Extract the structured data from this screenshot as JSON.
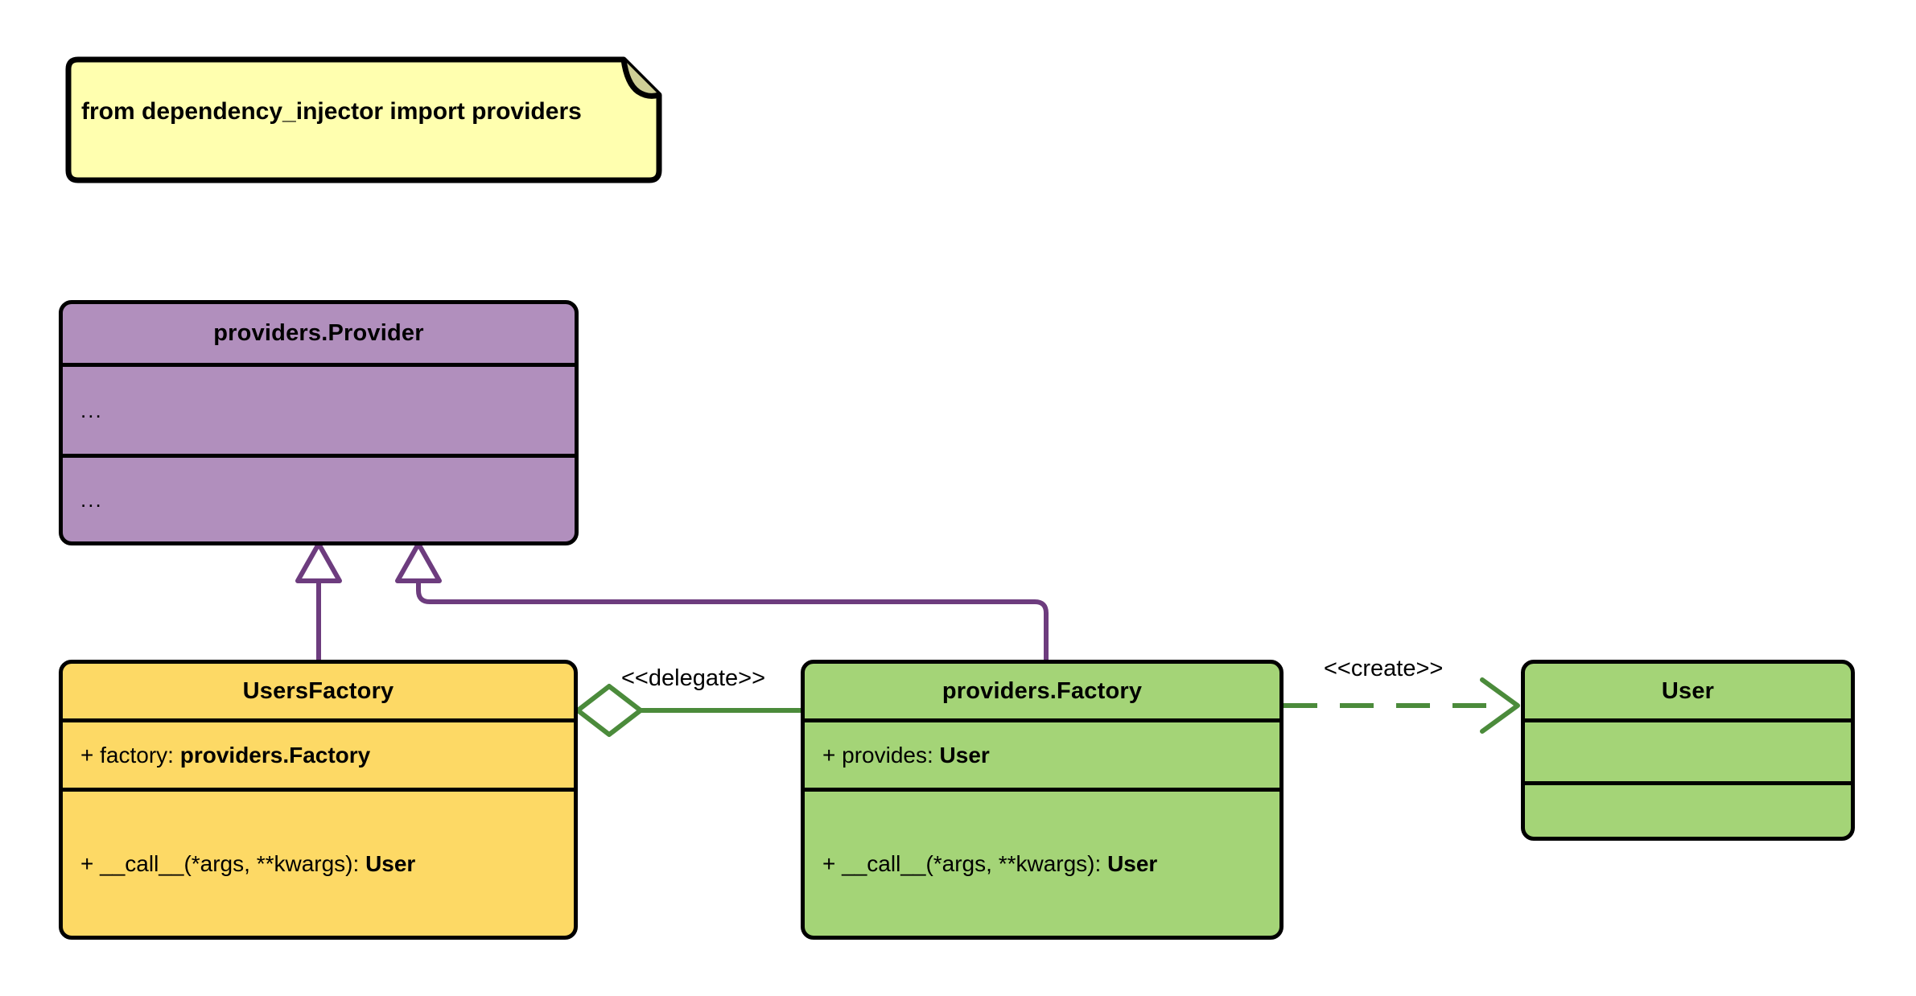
{
  "diagram": {
    "type": "uml-class-diagram",
    "title": "dependency_injector Factory provider class diagram",
    "colors": {
      "note_fill": "#ffffaf",
      "note_fold": "#cfcf96",
      "provider_fill": "#b18fbd",
      "usersfactory_fill": "#fdd965",
      "factory_fill": "#a4d477",
      "user_fill": "#a4d477",
      "border": "#000000",
      "inheritance_line": "#6d3c7e",
      "association_line": "#4b8b3b"
    }
  },
  "note": {
    "name": "providers-import-note",
    "text": "from dependency_injector import providers"
  },
  "classes": {
    "provider": {
      "name": "providers.Provider",
      "attributes": [
        "..."
      ],
      "methods": [
        "..."
      ]
    },
    "users_factory": {
      "name": "UsersFactory",
      "attributes": [
        {
          "visibility": "+",
          "label": "factory:",
          "type": "providers.Factory"
        }
      ],
      "methods": [
        {
          "visibility": "+",
          "label": "__call__(*args, **kwargs):",
          "type": "User"
        }
      ]
    },
    "providers_factory": {
      "name": "providers.Factory",
      "attributes": [
        {
          "visibility": "+",
          "label": "provides:",
          "type": "User"
        }
      ],
      "methods": [
        {
          "visibility": "+",
          "label": "__call__(*args, **kwargs):",
          "type": "User"
        }
      ]
    },
    "user": {
      "name": "User",
      "attributes": [],
      "methods": []
    }
  },
  "relationships": {
    "delegate": {
      "label": "<<delegate>>",
      "kind": "aggregation",
      "from": "UsersFactory",
      "to": "providers.Factory"
    },
    "create": {
      "label": "<<create>>",
      "kind": "dependency",
      "from": "providers.Factory",
      "to": "User"
    },
    "inherit_users_factory": {
      "kind": "generalization",
      "from": "UsersFactory",
      "to": "providers.Provider"
    },
    "inherit_providers_factory": {
      "kind": "generalization",
      "from": "providers.Factory",
      "to": "providers.Provider"
    }
  }
}
